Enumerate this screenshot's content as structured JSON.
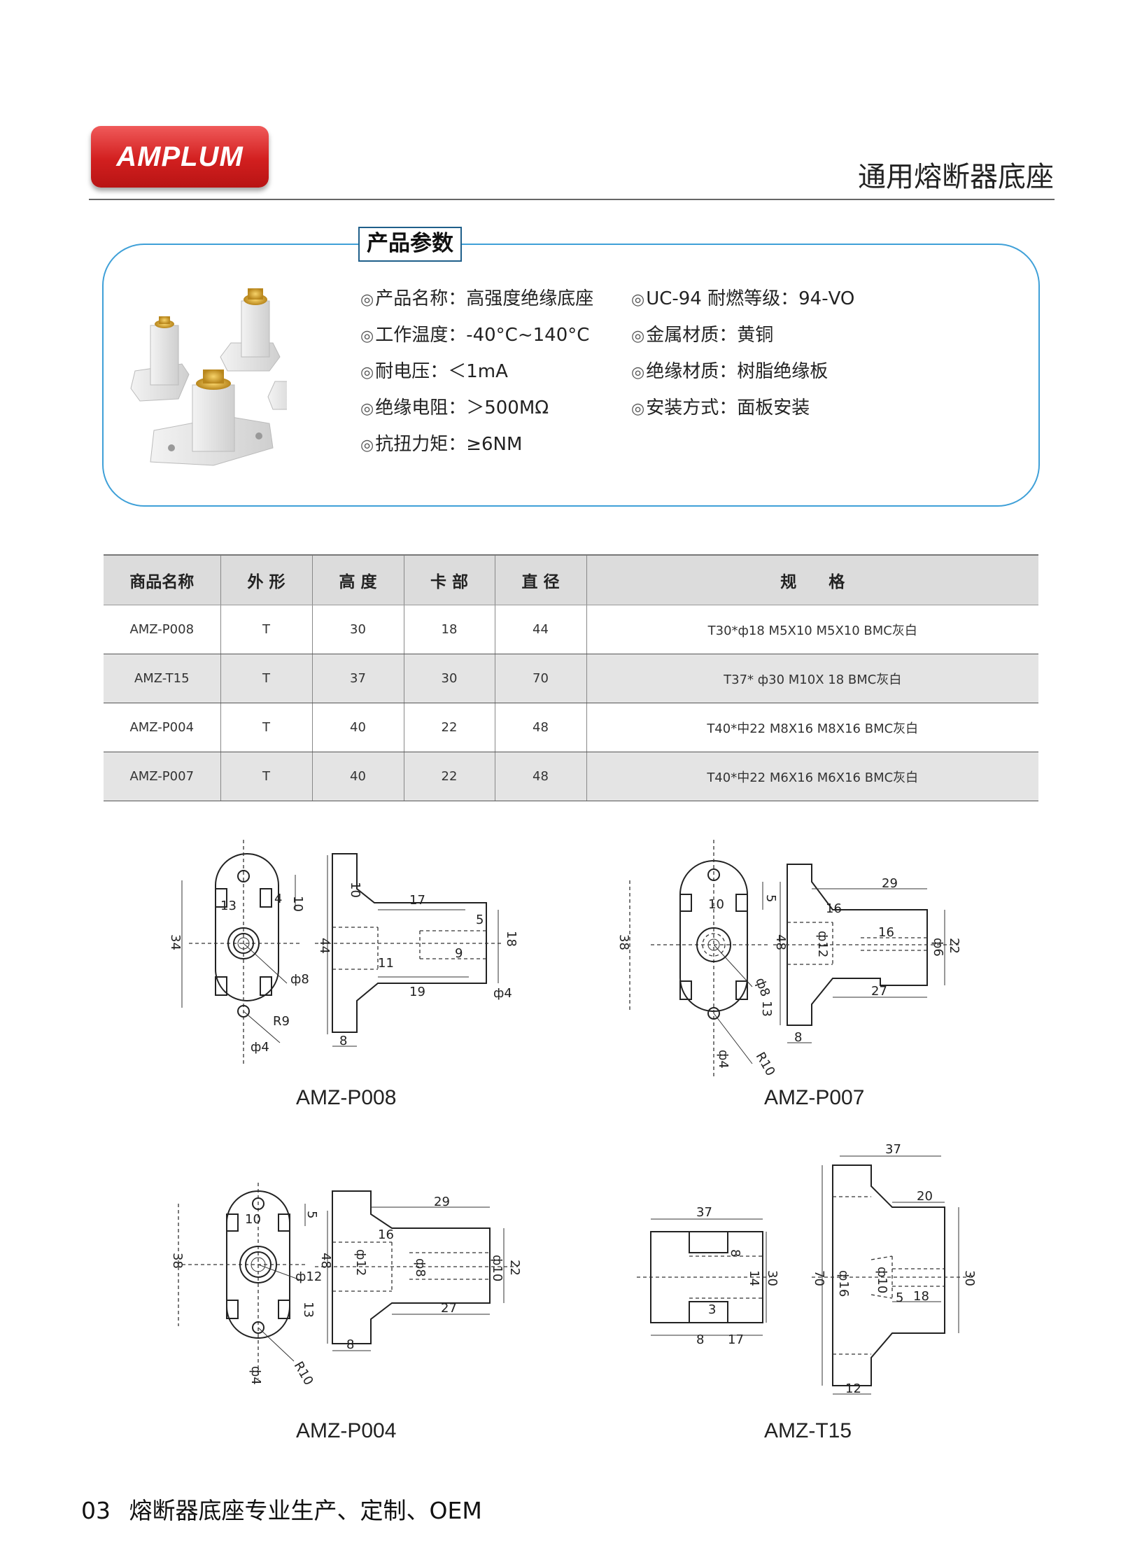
{
  "header": {
    "logo_text": "AMPLUM",
    "doc_title": "通用熔断器底座"
  },
  "params": {
    "tag": "产品参数",
    "left": [
      "产品名称：高强度绝缘底座",
      "工作温度：-40°C~140°C",
      "耐电压：＜1mA",
      "绝缘电阻：＞500MΩ",
      "抗扭力矩：≥6NM"
    ],
    "right": [
      "UC-94 耐燃等级：94-VO",
      "金属材质：黄铜",
      "绝缘材质：树脂绝缘板",
      "安装方式：面板安装"
    ]
  },
  "table": {
    "headers": [
      "商品名称",
      "外 形",
      "高 度",
      "卡 部",
      "直 径",
      "规　　格"
    ],
    "rows": [
      [
        "AMZ-P008",
        "T",
        "30",
        "18",
        "44",
        "T30*ф18 M5X10 M5X10 BMC灰白"
      ],
      [
        "AMZ-T15",
        "T",
        "37",
        "30",
        "70",
        "T37* ф30 M10X 18 BMC灰白"
      ],
      [
        "AMZ-P004",
        "T",
        "40",
        "22",
        "48",
        "T40*中22 M8X16 M8X16 BMC灰白"
      ],
      [
        "AMZ-P007",
        "T",
        "40",
        "22",
        "48",
        "T40*中22 M6X16 M6X16 BMC灰白"
      ]
    ]
  },
  "drawings": {
    "p008": {
      "caption": "AMZ-P008",
      "dims": [
        "13",
        "4",
        "10",
        "34",
        "ф8",
        "R9",
        "ф4",
        "10",
        "17",
        "44",
        "18",
        "5",
        "9",
        "11",
        "19",
        "ф4",
        "8"
      ]
    },
    "p007": {
      "caption": "AMZ-P007",
      "dims": [
        "10",
        "5",
        "38",
        "ф8",
        "13",
        "ф4",
        "R10",
        "29",
        "16",
        "16",
        "48",
        "ф12",
        "ф6",
        "22",
        "27",
        "8"
      ]
    },
    "p004": {
      "caption": "AMZ-P004",
      "dims": [
        "10",
        "5",
        "38",
        "ф12",
        "13",
        "ф4",
        "R10",
        "29",
        "16",
        "48",
        "ф12",
        "ф8",
        "ф10",
        "22",
        "27",
        "8"
      ]
    },
    "t15": {
      "caption": "AMZ-T15",
      "dims": [
        "37",
        "8",
        "30",
        "14",
        "3",
        "8",
        "17",
        "37",
        "20",
        "70",
        "ф16",
        "ф10",
        "30",
        "5",
        "18",
        "12"
      ]
    }
  },
  "footer": {
    "page": "03",
    "text": "熔断器底座专业生产、定制、OEM"
  }
}
